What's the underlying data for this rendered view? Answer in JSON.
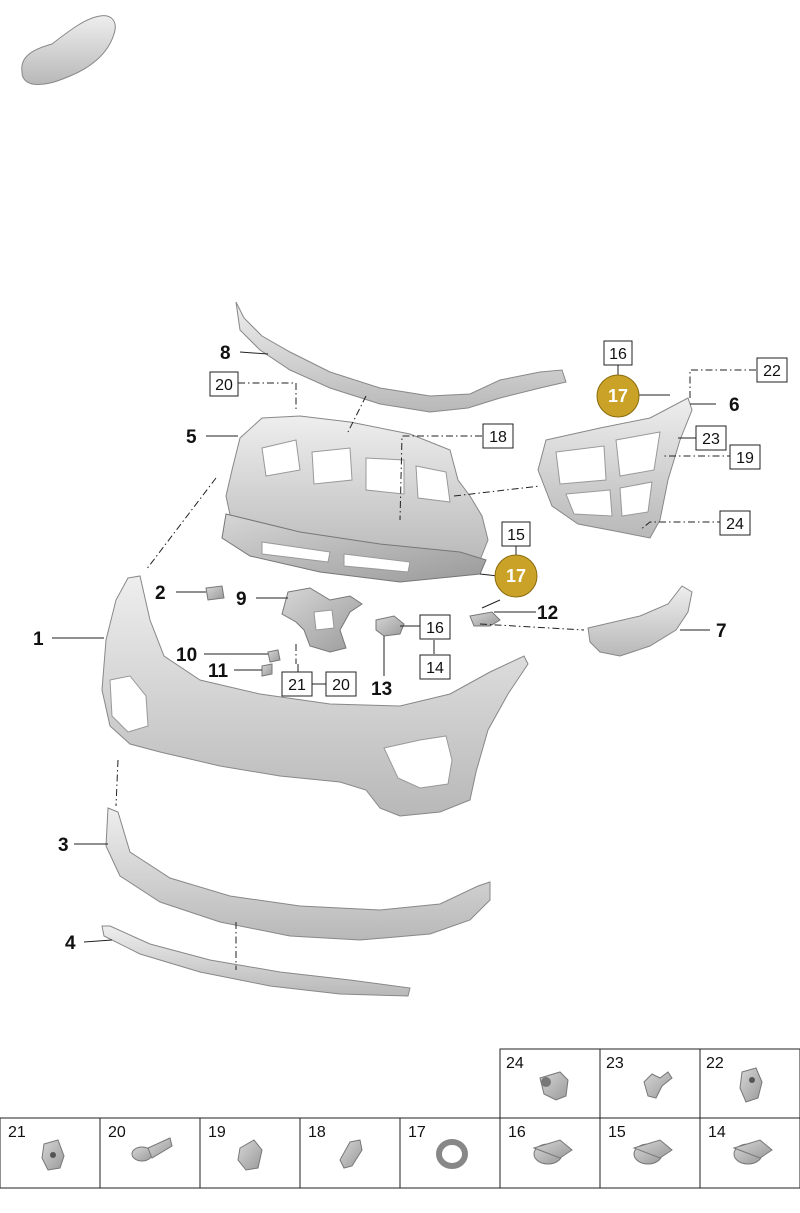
{
  "callouts": {
    "c1": "1",
    "c2": "2",
    "c3": "3",
    "c4": "4",
    "c5": "5",
    "c6": "6",
    "c7": "7",
    "c8": "8",
    "c9": "9",
    "c10": "10",
    "c11": "11",
    "c12": "12",
    "c13": "13"
  },
  "boxed_refs": {
    "b20a": "20",
    "b16a": "16",
    "b22": "22",
    "b18": "18",
    "b23": "23",
    "b19": "19",
    "b24": "24",
    "b15": "15",
    "b16b": "16",
    "b14": "14",
    "b21": "21",
    "b20b": "20"
  },
  "badges": {
    "badge_top": "17",
    "badge_mid": "17"
  },
  "legend_top_row": [
    "24",
    "23",
    "22"
  ],
  "legend_bottom_row": [
    "21",
    "20",
    "19",
    "18",
    "17",
    "16",
    "15",
    "14"
  ],
  "colors": {
    "badge": "#c9a227",
    "line": "#222222",
    "part": "#d9d9d9"
  }
}
